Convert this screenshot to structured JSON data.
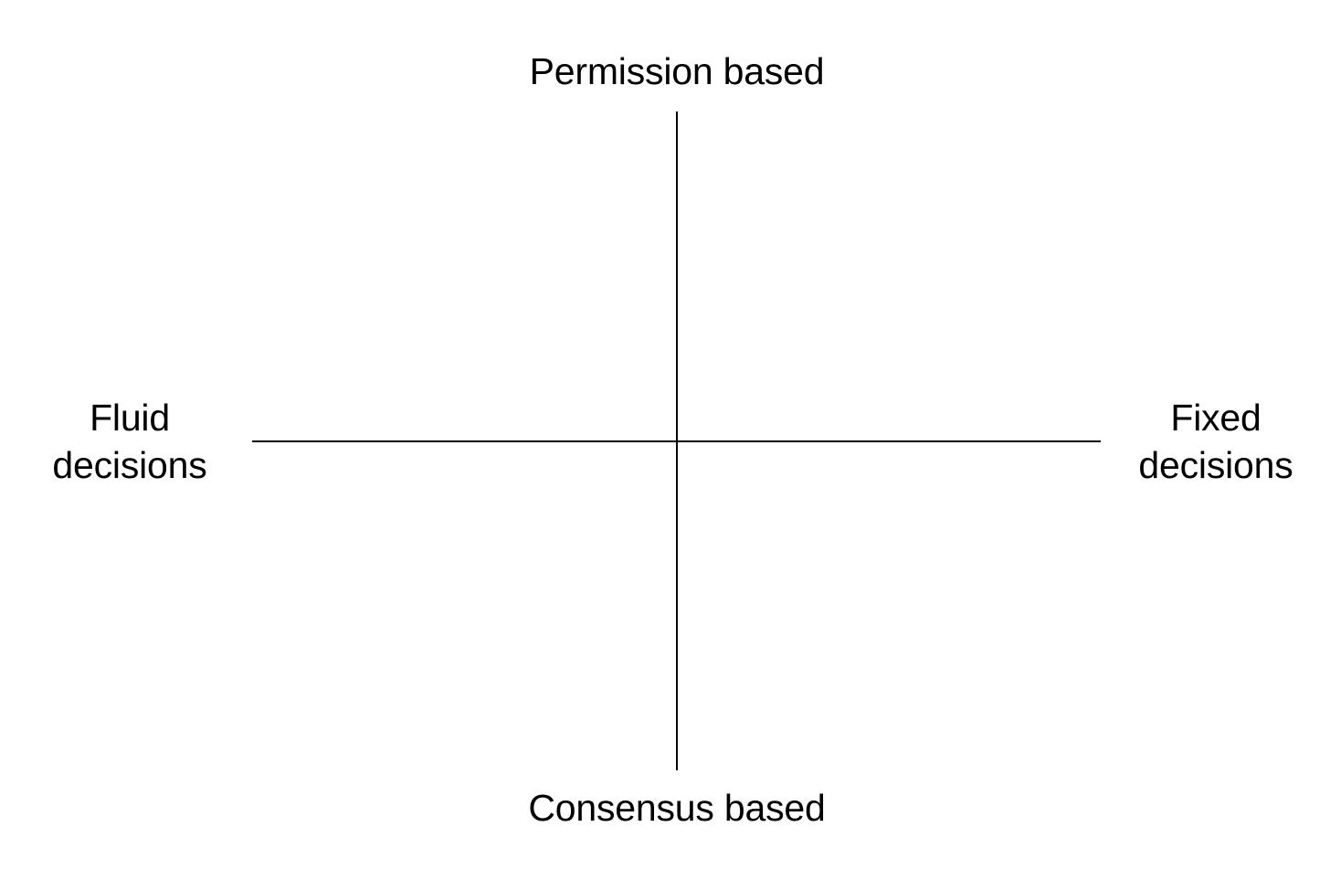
{
  "diagram": {
    "type": "two-axis-quadrant-matrix",
    "background_color": "#ffffff",
    "line_color": "#000000",
    "text_color": "#000000",
    "axes": {
      "vertical": {
        "top_label": "Permission based",
        "bottom_label": "Consensus based"
      },
      "horizontal": {
        "left_label": "Fluid\ndecisions",
        "right_label": "Fixed\ndecisions"
      }
    },
    "labels": {
      "top": "Permission based",
      "bottom": "Consensus based",
      "left": "Fluid\ndecisions",
      "right": "Fixed\ndecisions"
    }
  }
}
